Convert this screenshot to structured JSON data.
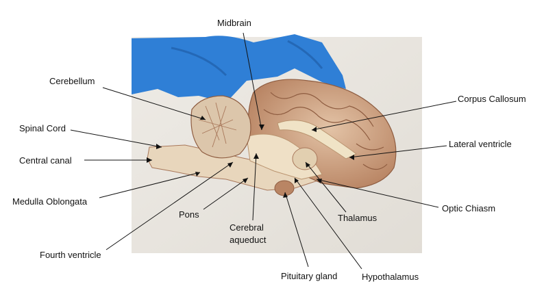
{
  "labels": {
    "midbrain": "Midbrain",
    "cerebellum": "Cerebellum",
    "corpus_callosum": "Corpus Callosum",
    "spinal_cord": "Spinal Cord",
    "lateral_ventricle": "Lateral ventricle",
    "central_canal": "Central canal",
    "medulla_oblongata": "Medulla Oblongata",
    "optic_chiasm": "Optic Chiasm",
    "pons": "Pons",
    "thalamus": "Thalamus",
    "cerebral_aqueduct_line1": "Cerebral",
    "cerebral_aqueduct_line2": "aqueduct",
    "fourth_ventricle": "Fourth ventricle",
    "pituitary_gland": "Pituitary gland",
    "hypothalamus": "Hypothalamus"
  },
  "colors": {
    "background": "#ffffff",
    "photo_backdrop": "#e9e6e0",
    "glove": "#2f7fd6",
    "brain_tissue": "#d8b79a",
    "brain_shadow": "#a8775a",
    "white_matter": "#f0e3c6",
    "leader_line": "#111111"
  }
}
